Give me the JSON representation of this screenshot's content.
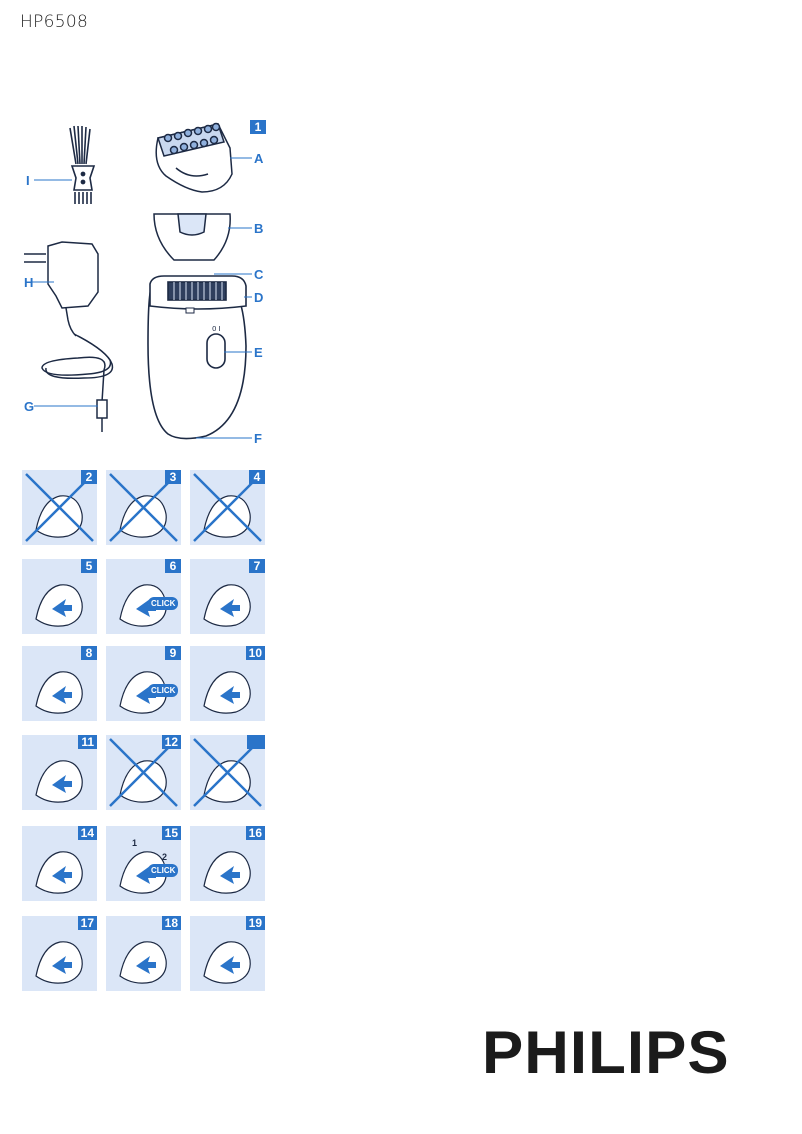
{
  "header": {
    "model": "HP6508"
  },
  "overview": {
    "figure_number": "1",
    "labels": {
      "a": "A",
      "b": "B",
      "c": "C",
      "d": "D",
      "e": "E",
      "f": "F",
      "g": "G",
      "h": "H",
      "i": "I"
    }
  },
  "panels": [
    {
      "number": "2",
      "crossed": true
    },
    {
      "number": "3",
      "crossed": true
    },
    {
      "number": "4",
      "crossed": true
    },
    {
      "number": "5",
      "crossed": false
    },
    {
      "number": "6",
      "crossed": false,
      "callout": "CLICK"
    },
    {
      "number": "7",
      "crossed": false
    },
    {
      "number": "8",
      "crossed": false
    },
    {
      "number": "9",
      "crossed": false,
      "callout": "CLICK"
    },
    {
      "number": "10",
      "crossed": false
    },
    {
      "number": "11",
      "crossed": false
    },
    {
      "number": "12",
      "crossed": true
    },
    {
      "number": "",
      "crossed": true
    },
    {
      "number": "14",
      "crossed": false
    },
    {
      "number": "15",
      "crossed": false,
      "callout": "CLICK",
      "steps": [
        "1",
        "2"
      ]
    },
    {
      "number": "16",
      "crossed": false
    },
    {
      "number": "17",
      "crossed": false
    },
    {
      "number": "18",
      "crossed": false
    },
    {
      "number": "19",
      "crossed": false
    }
  ],
  "brand": {
    "logo": "PHILIPS"
  },
  "colors": {
    "accent": "#2a74c9",
    "panel_bg": "#dbe6f7",
    "line": "#1d2a44"
  }
}
